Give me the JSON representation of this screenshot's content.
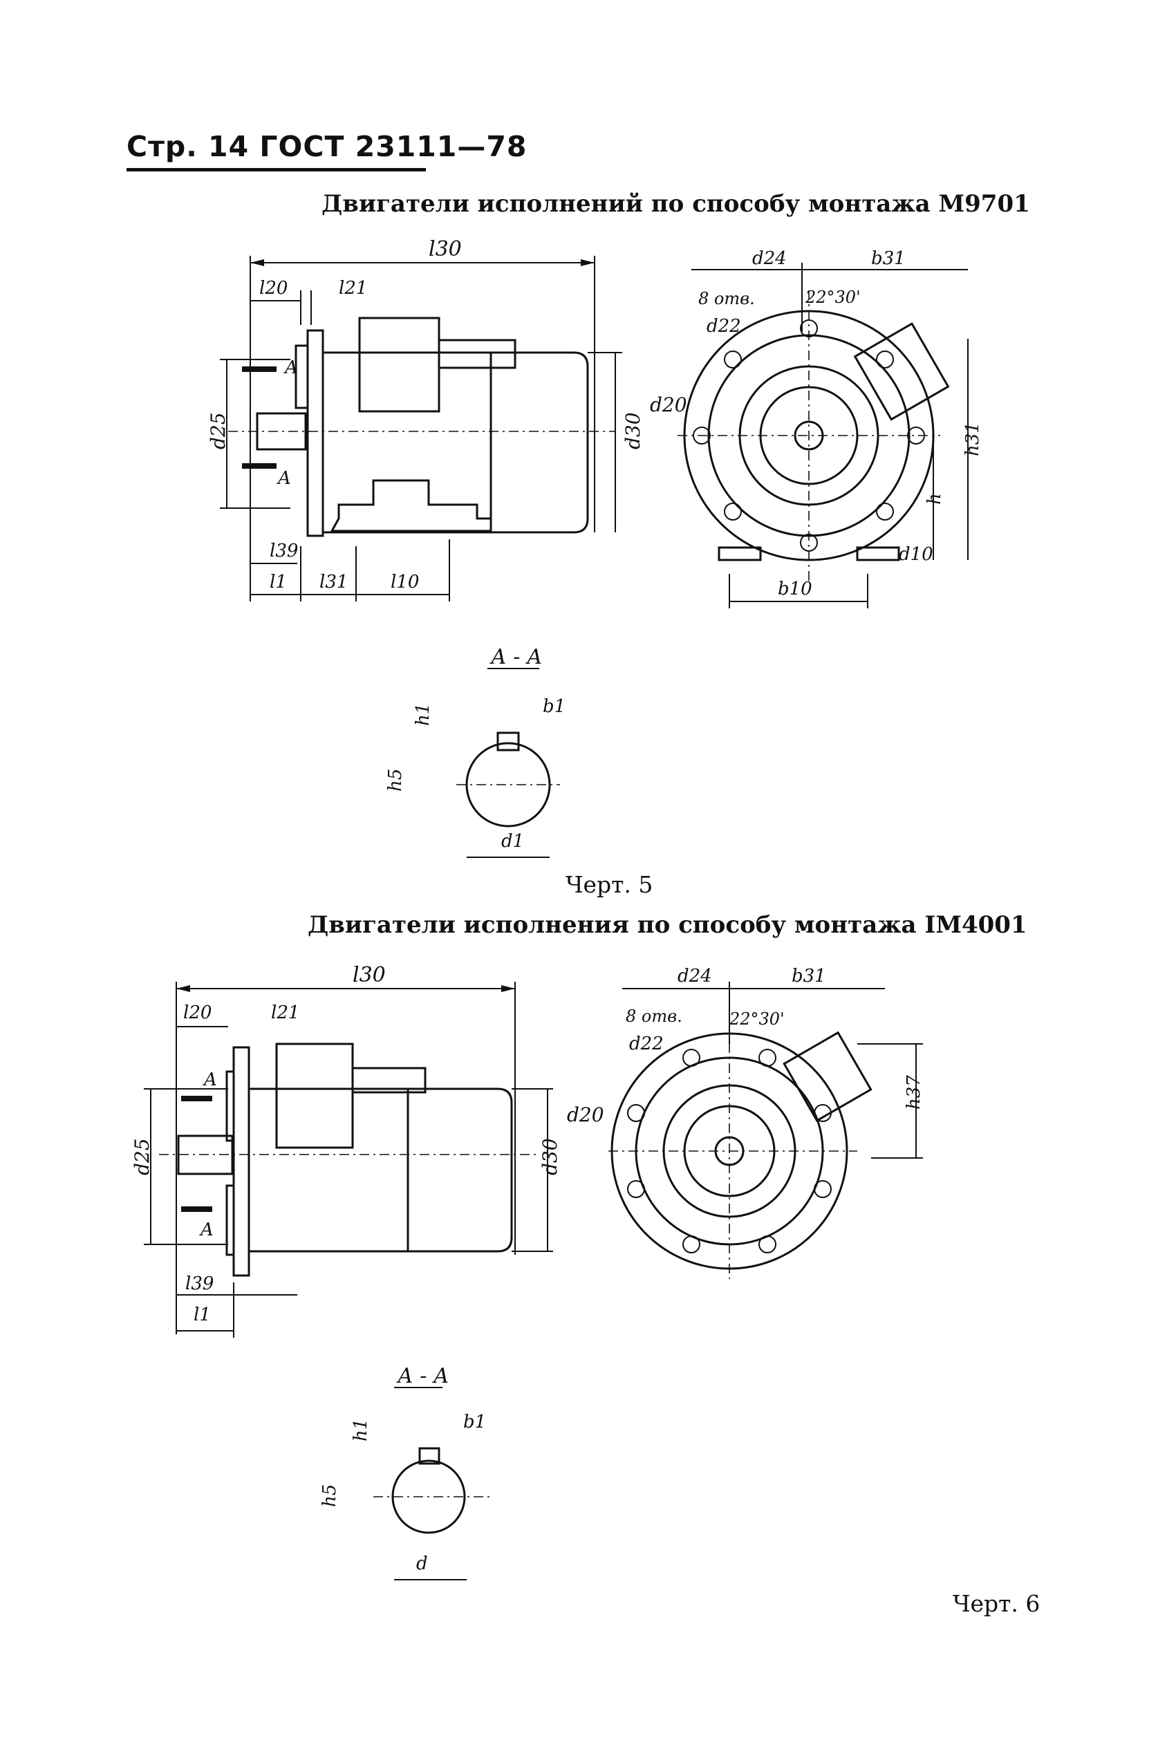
{
  "header": {
    "page_ref": "Стр. 14 ГОСТ 23111—78"
  },
  "sections": [
    {
      "title": "Двигатели исполнений по способу монтажа М9701",
      "caption": "Черт. 5",
      "side_labels": {
        "l30": "l30",
        "l20": "l20",
        "l21": "l21",
        "d25": "d25",
        "d30": "d30",
        "l39": "l39",
        "l1": "l1",
        "l31": "l31",
        "l10": "l10",
        "a_top": "A",
        "a_bot": "A"
      },
      "front_labels": {
        "d24": "d24",
        "b31": "b31",
        "holes": "8 отв.",
        "d22": "d22",
        "angle": "22°30'",
        "d20": "d20",
        "h31": "h31",
        "h": "h",
        "d10": "d10",
        "b10": "b10"
      },
      "section_labels": {
        "title": "А - А",
        "h1": "h1",
        "b1": "b1",
        "h5": "h5",
        "d1": "d1"
      }
    },
    {
      "title": "Двигатели исполнения по способу монтажа IM4001",
      "caption": "Черт. 6",
      "side_labels": {
        "l30": "l30",
        "l20": "l20",
        "l21": "l21",
        "d25": "d25",
        "d30": "d30",
        "l39": "l39",
        "l1": "l1",
        "a_top": "A",
        "a_bot": "A"
      },
      "front_labels": {
        "d24": "d24",
        "b31": "b31",
        "holes": "8 отв.",
        "d22": "d22",
        "angle": "22°30'",
        "d20": "d20",
        "h37": "h37"
      },
      "section_labels": {
        "title": "А - А",
        "h1": "h1",
        "b1": "b1",
        "h5": "h5",
        "d": "d"
      }
    }
  ]
}
